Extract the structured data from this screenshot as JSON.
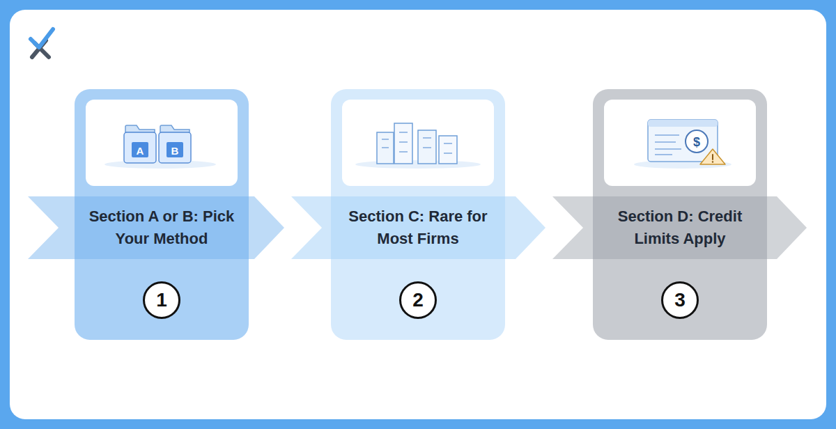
{
  "diagram": {
    "nodes": [
      {
        "text": [
          "Section A or B: Pick Your Method"
        ]
      },
      {
        "text": [
          "1"
        ],
        "in": 0
      },
      {
        "text": [
          "Section C: Rare for Most Firms"
        ]
      },
      {
        "text": [
          "2"
        ],
        "in": 2
      },
      {
        "text": [
          "Section D: Credit Limits Apply"
        ]
      },
      {
        "text": [
          "3"
        ],
        "in": 4
      }
    ],
    "labels": [
      "A",
      "B",
      "$"
    ]
  }
}
